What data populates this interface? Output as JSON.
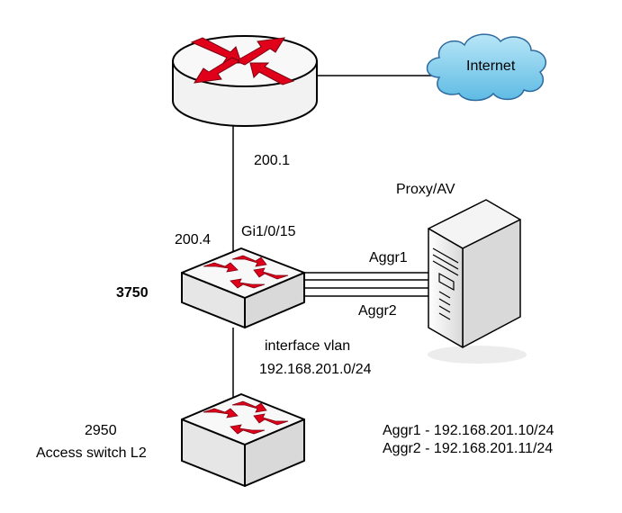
{
  "labels": {
    "internet": "Internet",
    "router_ip": "200.1",
    "switch_3750_ip": "200.4",
    "uplink_port": "Gi1/0/15",
    "proxy": "Proxy/AV",
    "aggr1": "Aggr1",
    "aggr2": "Aggr2",
    "switch_3750": "3750",
    "vlan_title": "interface vlan",
    "vlan_subnet": "192.168.201.0/24",
    "switch_2950_model": "2950",
    "switch_2950_desc": "Access switch L2",
    "aggr1_ip": "Aggr1 - 192.168.201.10/24",
    "aggr2_ip": "Aggr2 - 192.168.201.11/24"
  },
  "colors": {
    "arrow_red": "#e0001a",
    "device_body": "#f2f2f2",
    "device_outline": "#000000",
    "cloud_fill": "#8fd3ee",
    "cloud_outline": "#2d6a9e",
    "link": "#000000"
  }
}
